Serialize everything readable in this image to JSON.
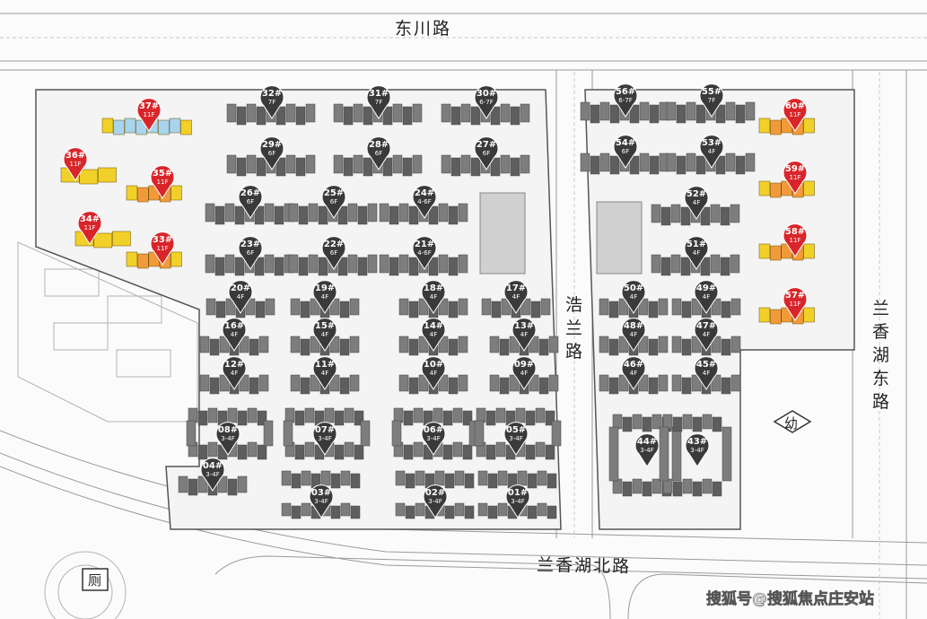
{
  "roads": {
    "north": "东川路",
    "south": "兰香湖北路",
    "middle": "浩兰路",
    "east": "兰香湖东路"
  },
  "facility_kindergarten": "幼",
  "facility_restroom": "厕",
  "watermark": "搜狐号@搜狐焦点庄安站",
  "colors": {
    "pin_dark": "#3a3a3a",
    "pin_red": "#d9252a",
    "block_gray": "#7d7d7d",
    "block_dark": "#5e5e5e",
    "block_orange": "#f29a3b",
    "block_yellow": "#f2d02a",
    "block_blue": "#a8d4ef"
  },
  "buildings": [
    {
      "id": "32#",
      "floors": "7F",
      "style": "dark"
    },
    {
      "id": "31#",
      "floors": "7F",
      "style": "dark"
    },
    {
      "id": "30#",
      "floors": "6-7F",
      "style": "dark"
    },
    {
      "id": "29#",
      "floors": "6F",
      "style": "dark"
    },
    {
      "id": "28#",
      "floors": "6F",
      "style": "dark"
    },
    {
      "id": "27#",
      "floors": "6F",
      "style": "dark"
    },
    {
      "id": "26#",
      "floors": "6F",
      "style": "dark"
    },
    {
      "id": "25#",
      "floors": "6F",
      "style": "dark"
    },
    {
      "id": "24#",
      "floors": "4-6F",
      "style": "dark"
    },
    {
      "id": "23#",
      "floors": "6F",
      "style": "dark"
    },
    {
      "id": "22#",
      "floors": "6F",
      "style": "dark"
    },
    {
      "id": "21#",
      "floors": "4-6F",
      "style": "dark"
    },
    {
      "id": "20#",
      "floors": "4F",
      "style": "dark"
    },
    {
      "id": "19#",
      "floors": "4F",
      "style": "dark"
    },
    {
      "id": "18#",
      "floors": "4F",
      "style": "dark"
    },
    {
      "id": "17#",
      "floors": "4F",
      "style": "dark"
    },
    {
      "id": "16#",
      "floors": "4F",
      "style": "dark"
    },
    {
      "id": "15#",
      "floors": "4F",
      "style": "dark"
    },
    {
      "id": "14#",
      "floors": "4F",
      "style": "dark"
    },
    {
      "id": "13#",
      "floors": "4F",
      "style": "dark"
    },
    {
      "id": "12#",
      "floors": "4F",
      "style": "dark"
    },
    {
      "id": "11#",
      "floors": "4F",
      "style": "dark"
    },
    {
      "id": "10#",
      "floors": "4F",
      "style": "dark"
    },
    {
      "id": "09#",
      "floors": "4F",
      "style": "dark"
    },
    {
      "id": "08#",
      "floors": "3-4F",
      "style": "dark"
    },
    {
      "id": "07#",
      "floors": "3-4F",
      "style": "dark"
    },
    {
      "id": "06#",
      "floors": "3-4F",
      "style": "dark"
    },
    {
      "id": "05#",
      "floors": "3-4F",
      "style": "dark"
    },
    {
      "id": "04#",
      "floors": "3-4F",
      "style": "dark"
    },
    {
      "id": "03#",
      "floors": "3-4F",
      "style": "dark"
    },
    {
      "id": "02#",
      "floors": "3-4F",
      "style": "dark"
    },
    {
      "id": "01#",
      "floors": "3-4F",
      "style": "dark"
    },
    {
      "id": "56#",
      "floors": "6-7F",
      "style": "dark"
    },
    {
      "id": "55#",
      "floors": "7F",
      "style": "dark"
    },
    {
      "id": "54#",
      "floors": "6F",
      "style": "dark"
    },
    {
      "id": "53#",
      "floors": "4F",
      "style": "dark"
    },
    {
      "id": "52#",
      "floors": "4F",
      "style": "dark"
    },
    {
      "id": "51#",
      "floors": "4F",
      "style": "dark"
    },
    {
      "id": "50#",
      "floors": "4F",
      "style": "dark"
    },
    {
      "id": "49#",
      "floors": "4F",
      "style": "dark"
    },
    {
      "id": "48#",
      "floors": "4F",
      "style": "dark"
    },
    {
      "id": "47#",
      "floors": "4F",
      "style": "dark"
    },
    {
      "id": "46#",
      "floors": "4F",
      "style": "dark"
    },
    {
      "id": "45#",
      "floors": "4F",
      "style": "dark"
    },
    {
      "id": "44#",
      "floors": "3-4F",
      "style": "dark"
    },
    {
      "id": "43#",
      "floors": "3-4F",
      "style": "dark"
    },
    {
      "id": "37#",
      "floors": "11F",
      "style": "red"
    },
    {
      "id": "36#",
      "floors": "11F",
      "style": "red"
    },
    {
      "id": "35#",
      "floors": "11F",
      "style": "red"
    },
    {
      "id": "34#",
      "floors": "11F",
      "style": "red"
    },
    {
      "id": "33#",
      "floors": "11F",
      "style": "red"
    },
    {
      "id": "60#",
      "floors": "11F",
      "style": "red"
    },
    {
      "id": "59#",
      "floors": "11F",
      "style": "red"
    },
    {
      "id": "58#",
      "floors": "11F",
      "style": "red"
    },
    {
      "id": "57#",
      "floors": "11F",
      "style": "red"
    }
  ]
}
